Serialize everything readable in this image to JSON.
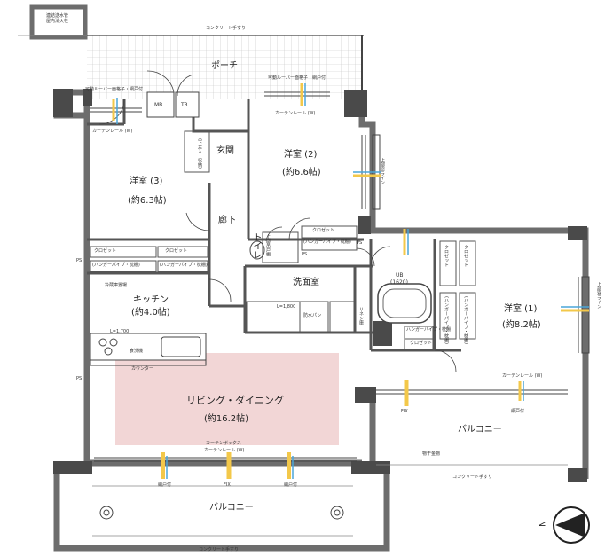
{
  "colors": {
    "wall": "#6d6d6d",
    "wall_dark": "#3a3a3a",
    "living_highlight": "#f2d6d6",
    "arrow_yellow": "#f3c84a",
    "arrow_blue": "#4aa6d8",
    "tile_line": "#bdbdbd"
  },
  "rooms": {
    "porch": "ポーチ",
    "mb": "MB",
    "tr": "TR",
    "entrance": "玄関",
    "hall": "廊下",
    "toilet": "トイレ",
    "western2": {
      "name": "洋室 (2)",
      "size": "(約6.6帖)"
    },
    "western3": {
      "name": "洋室 (3)",
      "size": "(約6.3帖)"
    },
    "western1": {
      "name": "洋室 (1)",
      "size": "(約8.2帖)"
    },
    "kitchen": {
      "name": "キッチン",
      "size": "(約4.0帖)"
    },
    "washroom": "洗面室",
    "ub": {
      "name": "UB",
      "size": "(1620)"
    },
    "living": {
      "name": "リビング・ダイニング",
      "size": "(約16.2帖)"
    },
    "balcony_right": "バルコニー",
    "balcony_bottom": "バルコニー"
  },
  "labels": {
    "concrete_rail_top": "コンクリート手すり",
    "concrete_rail_right": "コンクリート手すり",
    "concrete_rail_bottom": "コンクリート手すり",
    "fire_hydrant": "連結送水管\n屋内消火栓",
    "louver_left": "可動ルーバー面格子・網戸付",
    "louver_mid": "可動ルーバー面格子・網戸付",
    "curtain_rail_left": "カーテンレール (W)",
    "curtain_rail_mid": "カーテンレール (W)",
    "curtain_rail_right": "カーテンレール (W)",
    "curtain_box": "カーテンボックス",
    "curtain_rail_living": "カーテンレール (W)",
    "closet": "クロゼット",
    "hanger_pipe_shelf": "(ハンガーパイプ・枕棚)",
    "shoe_box": "(下足入・収納)",
    "shelf_upper": "上部吊戸棚",
    "waterproof_pan": "防水パン",
    "linen": "リネン庫",
    "fridge": "冷蔵庫置場",
    "counter": "カウンター",
    "l_kitchen": "L=1,700",
    "l_wash": "L=1,800",
    "dish_washer": "食洗機",
    "ps": "PS",
    "screen_door": "網戸付",
    "fix": "FIX",
    "upper_light": "上部窓ライン",
    "hanger_pipe": "ハンガーパイプ・枕棚",
    "drying_hardware": "物干金物",
    "north": "N"
  }
}
